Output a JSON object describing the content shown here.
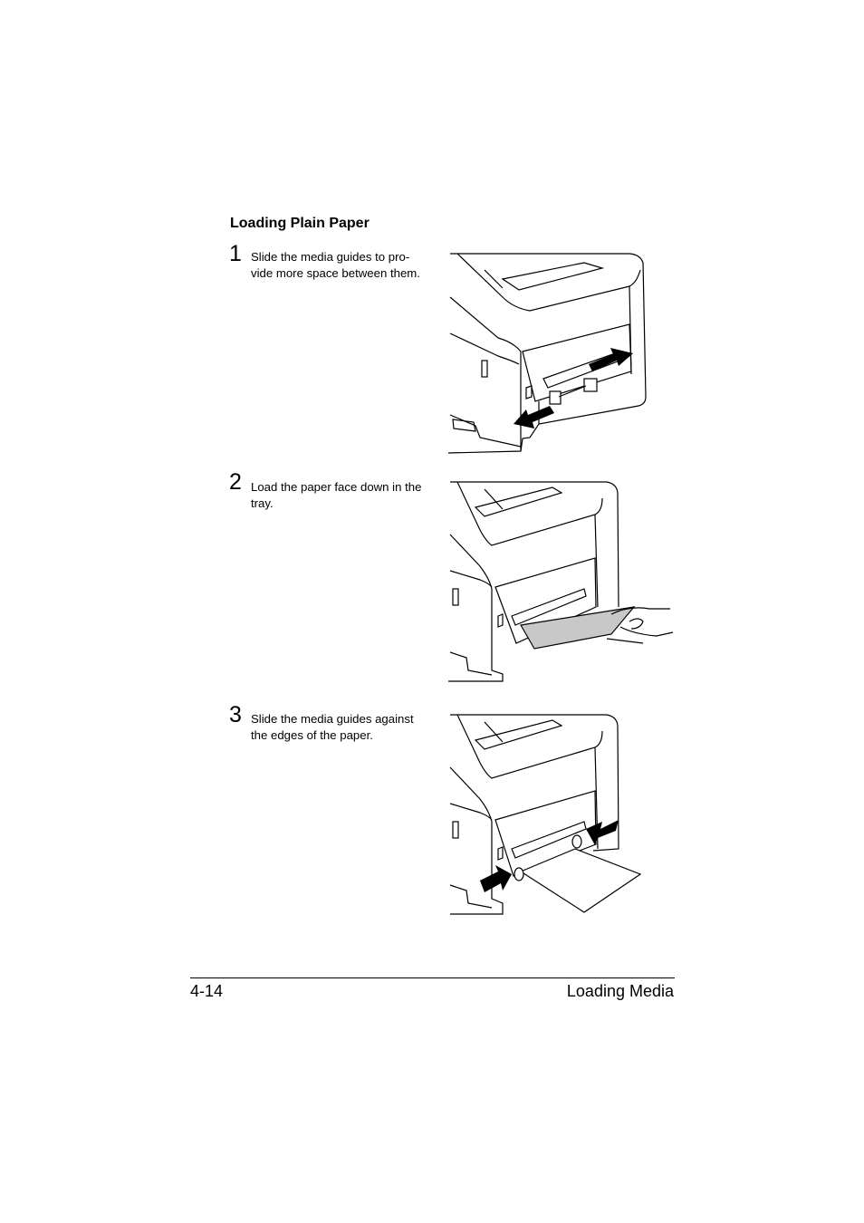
{
  "section_title": "Loading Plain Paper",
  "steps": [
    {
      "number": "1",
      "text": "Slide the media guides to pro-\nvide more space between them.",
      "illustration": "printer-media-guides-spread"
    },
    {
      "number": "2",
      "text": "Load the paper face down in the\ntray.",
      "illustration": "printer-loading-paper"
    },
    {
      "number": "3",
      "text": "Slide the media guides against\nthe edges of the paper.",
      "illustration": "printer-media-guides-closed"
    }
  ],
  "footer": {
    "page_number": "4-14",
    "chapter": "Loading Media"
  }
}
